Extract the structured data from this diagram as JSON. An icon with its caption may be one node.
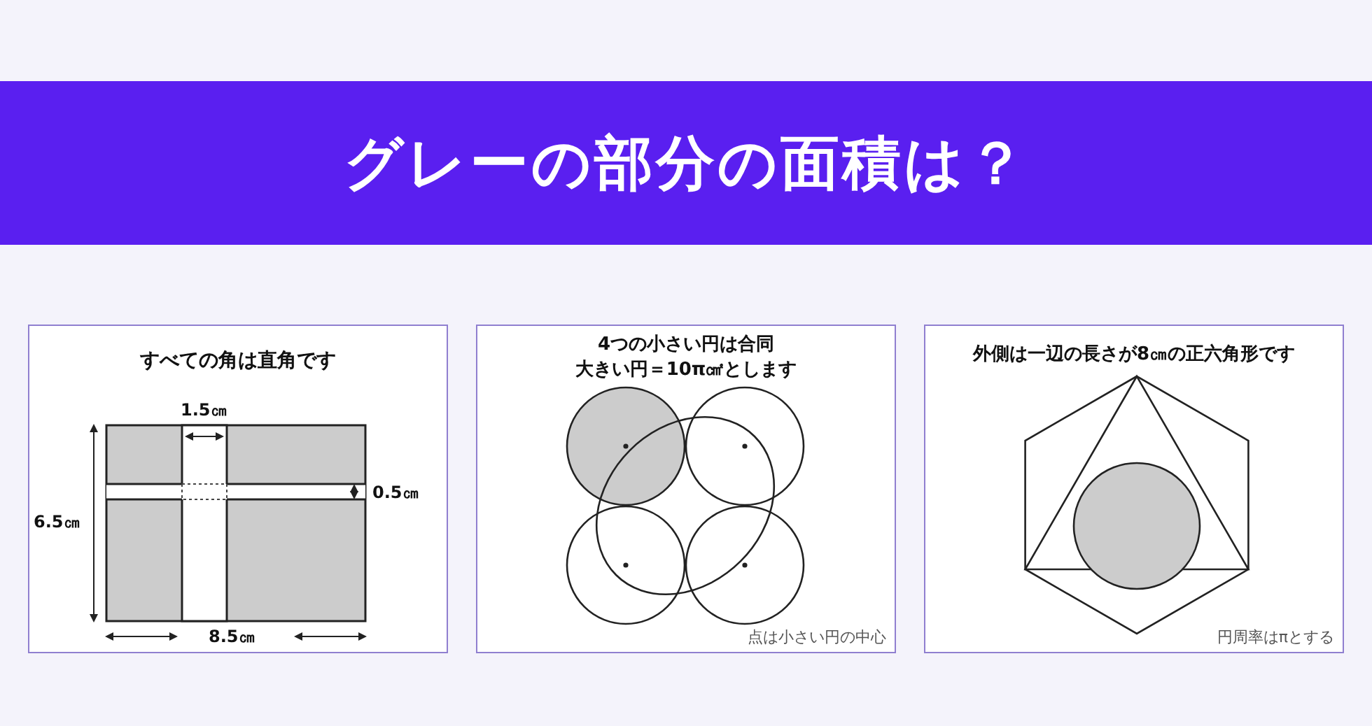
{
  "diagram": {
    "title": "グレーの部分の面積は？",
    "nodes": [
      {
        "text": [
          "すべての角は直角です"
        ]
      },
      {
        "text": [
          "4つの小さい円は合同",
          "大きい円＝10π㎠とします",
          "点は小さい円の中心"
        ]
      },
      {
        "text": [
          "外側は一辺の長さが8㎝の正六角形です",
          "円周率はπとする"
        ]
      }
    ],
    "labels": [
      "1.5㎝",
      "0.5㎝",
      "6.5㎝",
      "8.5㎝"
    ]
  }
}
